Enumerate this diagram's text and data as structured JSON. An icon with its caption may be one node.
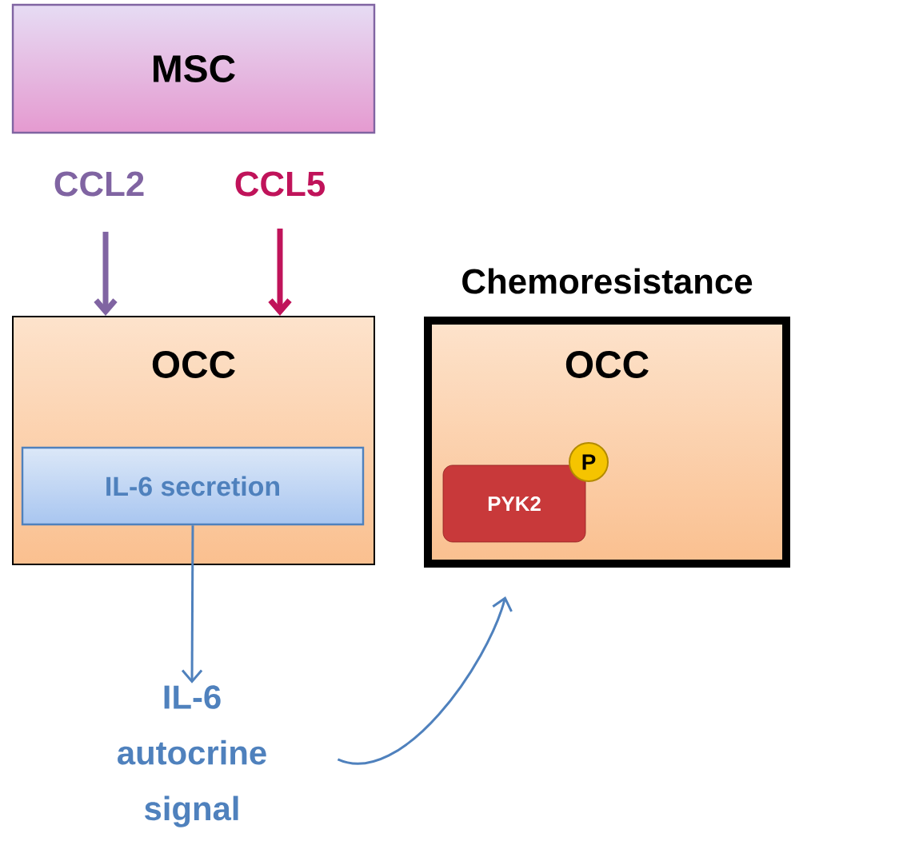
{
  "diagram": {
    "nodes": [
      {
        "text": [
          "MSC"
        ]
      },
      {
        "text": [
          "CCL2"
        ]
      },
      {
        "text": [
          "CCL5"
        ]
      },
      {
        "text": [
          "OCC"
        ]
      },
      {
        "text": [
          "IL-6 secretion"
        ],
        "in": 3
      },
      {
        "text": [
          "IL-6 autocrine signal"
        ]
      },
      {
        "text": [
          "Chemoresistance",
          "OCC"
        ]
      },
      {
        "text": [
          "PYK2"
        ],
        "in": 6
      },
      {
        "text": [
          "P"
        ],
        "in": 6
      }
    ],
    "edges": [
      {
        "from": 1,
        "to": 3,
        "arrow": "to",
        "style": "thick",
        "color": "#8064a2"
      },
      {
        "from": 2,
        "to": 3,
        "arrow": "to",
        "style": "thick",
        "color": "#c0135a"
      },
      {
        "from": 4,
        "to": 5,
        "arrow": "to",
        "color": "#4f81bd"
      },
      {
        "from": 5,
        "to": 6,
        "arrow": "to",
        "color": "#4f81bd"
      }
    ]
  }
}
